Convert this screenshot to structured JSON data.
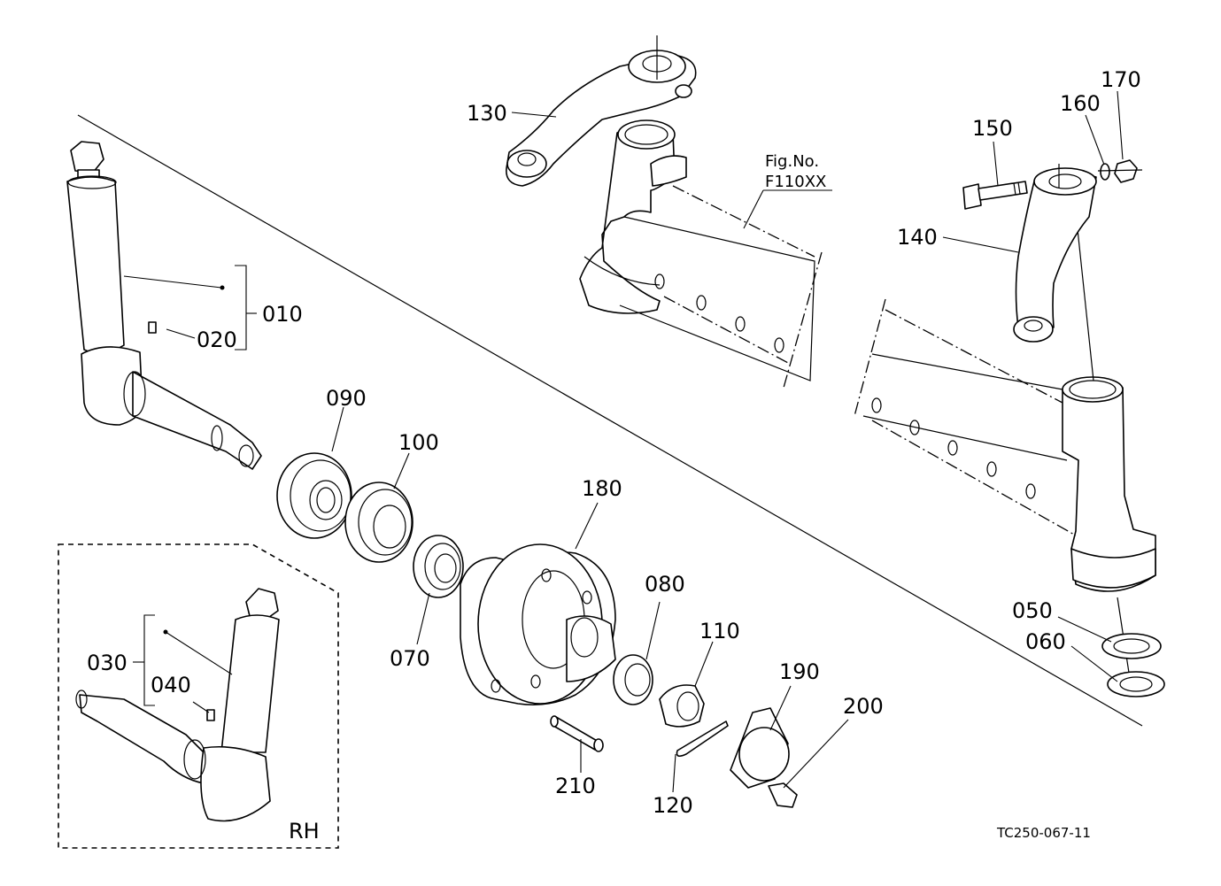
{
  "figure": {
    "figure_reference_label": "Fig.No.",
    "figure_reference_code": "F110XX",
    "drawing_code": "TC250-067-11",
    "inset_label": "RH"
  },
  "callouts": {
    "p010": "010",
    "p020": "020",
    "p030": "030",
    "p040": "040",
    "p050": "050",
    "p060": "060",
    "p070": "070",
    "p080": "080",
    "p090": "090",
    "p100": "100",
    "p110": "110",
    "p120": "120",
    "p130": "130",
    "p140": "140",
    "p150": "150",
    "p160": "160",
    "p170": "170",
    "p180": "180",
    "p190": "190",
    "p200": "200",
    "p210": "210"
  }
}
